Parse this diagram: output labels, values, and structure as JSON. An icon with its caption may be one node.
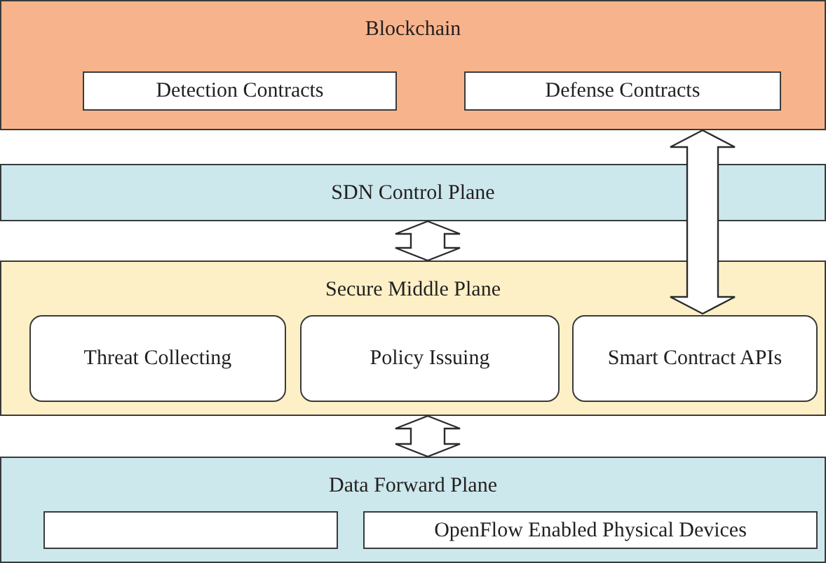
{
  "diagram": {
    "nodes": [
      {
        "text": [
          "Blockchain"
        ]
      },
      {
        "text": [
          "Detection Contracts"
        ],
        "in": 0
      },
      {
        "text": [
          "Defense Contracts"
        ],
        "in": 0
      },
      {
        "text": [
          "SDN Control Plane"
        ]
      },
      {
        "text": [
          "Secure Middle Plane"
        ]
      },
      {
        "text": [
          "Threat Collecting"
        ],
        "in": 4
      },
      {
        "text": [
          "Policy Issuing"
        ],
        "in": 4
      },
      {
        "text": [
          "Smart Contract APIs"
        ],
        "in": 4
      },
      {
        "text": [
          "Data Forward Plane"
        ]
      },
      {
        "text": [],
        "shape": "box",
        "in": 8
      },
      {
        "text": [
          "OpenFlow Enabled Physical Devices"
        ],
        "in": 8
      }
    ],
    "edges": [
      {
        "from": 3,
        "to": 4,
        "arrow": "both"
      },
      {
        "from": 7,
        "to": 0,
        "arrow": "both"
      },
      {
        "from": 4,
        "to": 8,
        "arrow": "both"
      }
    ]
  }
}
